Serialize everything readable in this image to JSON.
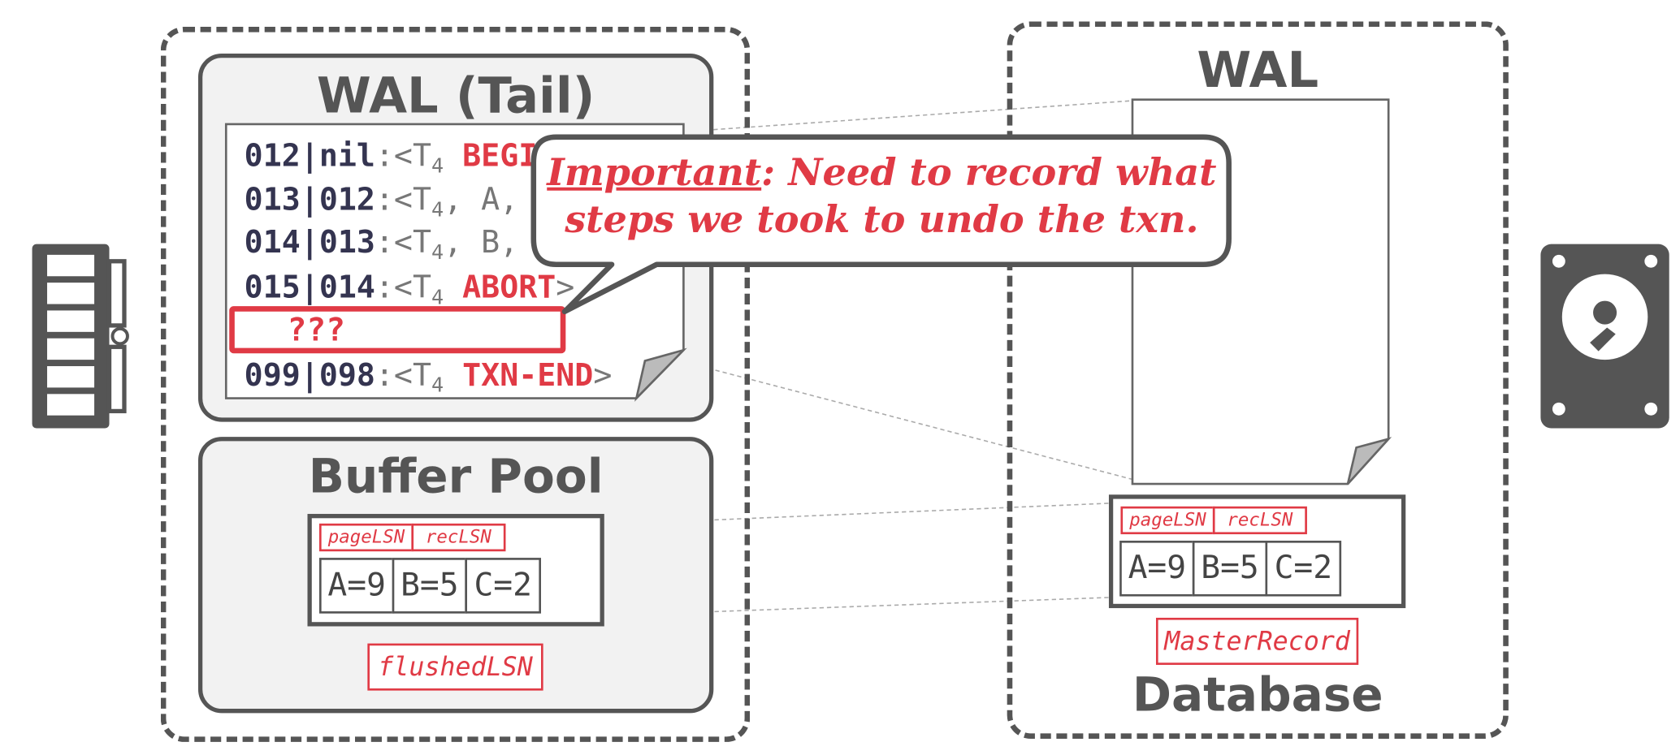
{
  "memory": {
    "wal_tail_title": "WAL (Tail)",
    "log_lines": [
      {
        "lsn": "012",
        "prev": "nil",
        "mid": ":<T",
        "sub": "4",
        "rest": " ",
        "kw": "BEGIN",
        "end": ">"
      },
      {
        "lsn": "013",
        "prev": "012",
        "mid": ":<T",
        "sub": "4",
        "rest": ", A, 1, 9>",
        "kw": "",
        "end": ""
      },
      {
        "lsn": "014",
        "prev": "013",
        "mid": ":<T",
        "sub": "4",
        "rest": ", B, 4, 5>",
        "kw": "",
        "end": ""
      },
      {
        "lsn": "015",
        "prev": "014",
        "mid": ":<T",
        "sub": "4",
        "rest": " ",
        "kw": "ABORT",
        "end": ">"
      },
      {
        "lsn": "099",
        "prev": "098",
        "mid": ":<T",
        "sub": "4",
        "rest": " ",
        "kw": "TXN-END",
        "end": ">"
      }
    ],
    "unknown_entry": "???",
    "buffer_pool_title": "Buffer Pool",
    "page_lsn_label": "pageLSN",
    "rec_lsn_label": "recLSN",
    "cells": [
      "A=9",
      "B=5",
      "C=2"
    ],
    "flushed_lsn_label": "flushedLSN"
  },
  "callout": {
    "important": "Important",
    "line1_rest": ": Need to record what",
    "line2": "steps we took to undo the txn."
  },
  "disk": {
    "wal_title": "WAL",
    "page_lsn_label": "pageLSN",
    "rec_lsn_label": "recLSN",
    "cells": [
      "A=9",
      "B=5",
      "C=2"
    ],
    "master_record_label": "MasterRecord",
    "database_title": "Database"
  },
  "colors": {
    "accent_red": "#e03a45",
    "frame_gray": "#555555",
    "panel_fill": "#f2f2f2",
    "lsn_text": "#343450"
  },
  "icons": [
    "ram-stick-icon",
    "hard-disk-icon"
  ]
}
